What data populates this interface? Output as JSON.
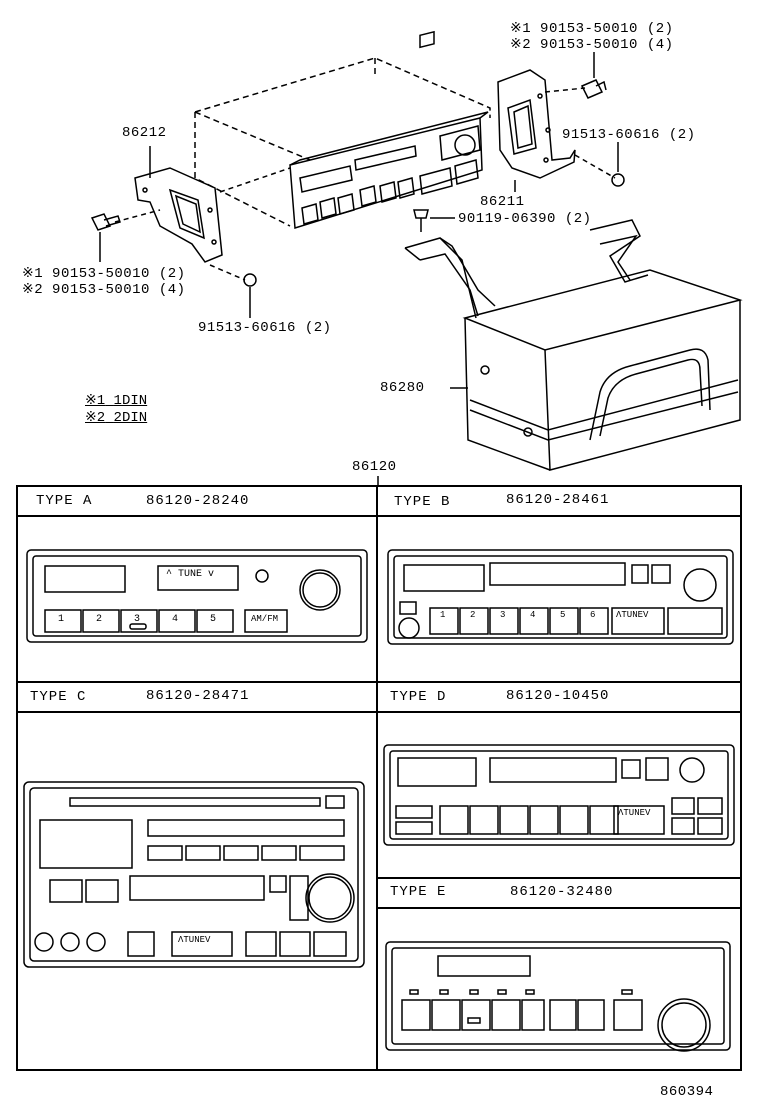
{
  "top": {
    "note_tr": [
      {
        "marker": "※1",
        "part": "90153-50010 (2)"
      },
      {
        "marker": "※2",
        "part": "90153-50010 (4)"
      }
    ],
    "note_bl": [
      {
        "marker": "※1",
        "part": "90153-50010 (2)"
      },
      {
        "marker": "※2",
        "part": "90153-50010 (4)"
      }
    ],
    "part_86212": "86212",
    "part_86211": "86211",
    "part_91513_right": "91513-60616 (2)",
    "part_91513_left": "91513-60616 (2)",
    "part_90119": "90119-06390 (2)",
    "part_86280": "86280",
    "legend": [
      {
        "marker": "※1",
        "text": "1DIN"
      },
      {
        "marker": "※2",
        "text": "2DIN"
      }
    ]
  },
  "assembly_number": "86120",
  "types": {
    "a": {
      "label": "TYPE A",
      "part": "86120-28240"
    },
    "b": {
      "label": "TYPE B",
      "part": "86120-28461"
    },
    "c": {
      "label": "TYPE C",
      "part": "86120-28471"
    },
    "d": {
      "label": "TYPE D",
      "part": "86120-10450"
    },
    "e": {
      "label": "TYPE E",
      "part": "86120-32480"
    }
  },
  "radio_a": {
    "presets": [
      "1",
      "2",
      "3",
      "4",
      "5"
    ],
    "am_fm": "AM/FM",
    "tune": "^ TUNE v"
  },
  "radio_b": {
    "presets": [
      "1",
      "2",
      "3",
      "4",
      "5",
      "6"
    ],
    "tune": "ΛTUNEV"
  },
  "radio_c": {
    "tune": "ΛTUNEV"
  },
  "radio_d": {
    "tune": "ΛTUNEV"
  },
  "footer_code": "860394"
}
